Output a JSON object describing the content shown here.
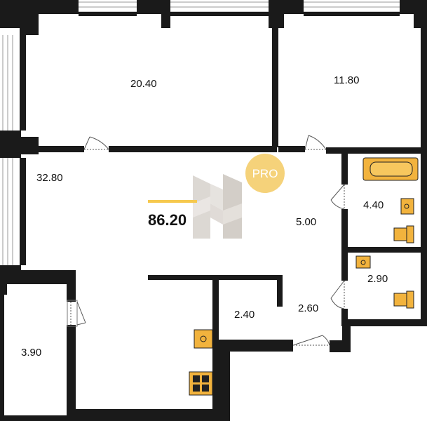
{
  "plan": {
    "total_area": "86.20",
    "badge": "PRO",
    "rooms": [
      {
        "id": "living-room-1",
        "area": "20.40"
      },
      {
        "id": "bedroom",
        "area": "11.80"
      },
      {
        "id": "hall-kitchen",
        "area": "32.80"
      },
      {
        "id": "corridor",
        "area": "5.00"
      },
      {
        "id": "bathroom",
        "area": "4.40"
      },
      {
        "id": "wc",
        "area": "2.90"
      },
      {
        "id": "storage-1",
        "area": "2.40"
      },
      {
        "id": "storage-2",
        "area": "2.60"
      },
      {
        "id": "balcony",
        "area": "3.90"
      }
    ]
  },
  "colors": {
    "wall": "#1a1a1a",
    "fixture": "#f2b33d",
    "badge": "#f5d27a",
    "watermark": "#d9d4cf",
    "total_bar": "#f6c94e"
  },
  "icons": {
    "bathtub": "bathtub-icon",
    "sink": "sink-icon",
    "toilet": "toilet-icon",
    "stove": "stove-icon",
    "logo": "h-logo-icon"
  }
}
